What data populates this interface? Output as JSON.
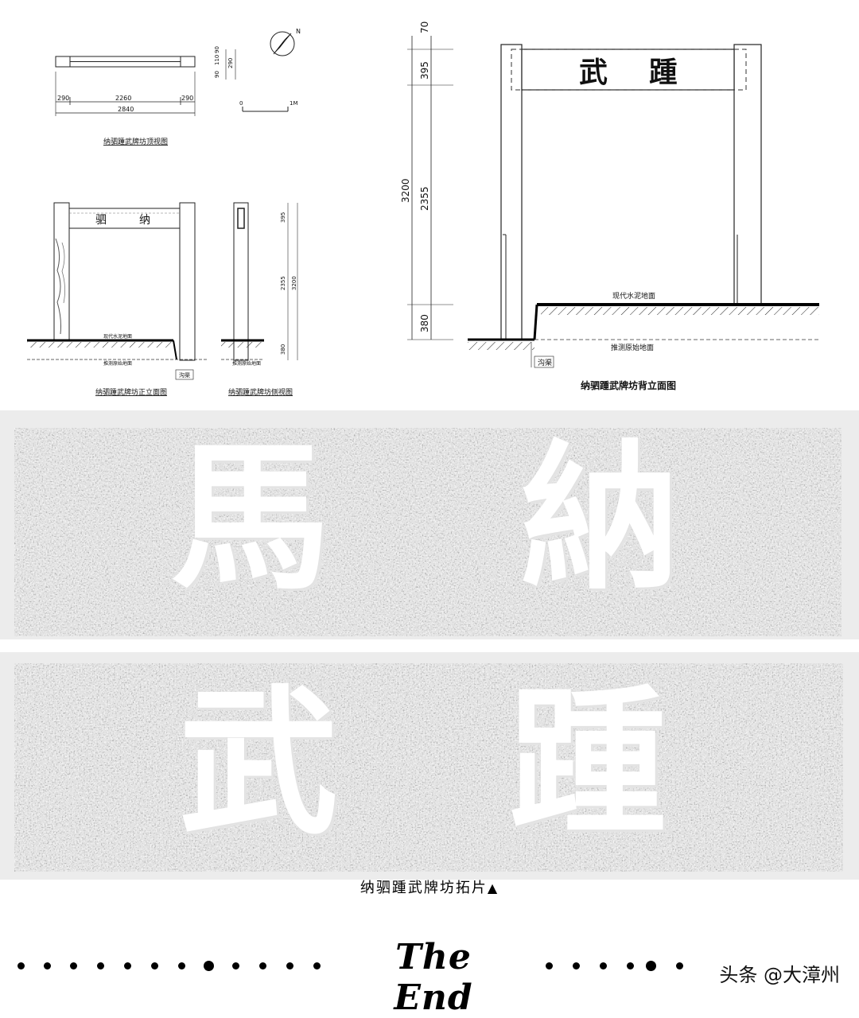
{
  "plan_view": {
    "dims": [
      "290",
      "2260",
      "290",
      "2840"
    ],
    "side_dims": [
      "90",
      "110",
      "90",
      "290"
    ],
    "title": "纳驷踵武牌坊顶视图"
  },
  "scale_bar": {
    "zero": "0",
    "one": "1M"
  },
  "compass": {
    "north": "N"
  },
  "front_elevation": {
    "chars": [
      "驷",
      "纳"
    ],
    "ground_label": "现代水泥地面",
    "original_ground_label": "推测原始地面",
    "ditch_label": "沟渠",
    "title": "纳驷踵武牌坊正立面图"
  },
  "side_elevation": {
    "dims": [
      "395",
      "2355",
      "3200",
      "380"
    ],
    "original_ground_label": "推测原始地面",
    "title": "纳驷踵武牌坊侧视图"
  },
  "back_elevation": {
    "chars": [
      "武",
      "踵"
    ],
    "dims": [
      "70",
      "395",
      "2355",
      "3200",
      "380"
    ],
    "ground_label": "现代水泥地面",
    "original_ground_label": "推测原始地面",
    "ditch_label": "沟渠",
    "title": "纳驷踵武牌坊背立面图"
  },
  "rubbings": [
    {
      "chars": [
        "馬",
        "納"
      ]
    },
    {
      "chars": [
        "武",
        "踵"
      ]
    }
  ],
  "caption": {
    "text": "纳驷踵武牌坊拓片",
    "marker": "▲"
  },
  "footer": {
    "the_end": "The End",
    "watermark": "头条 @大漳州"
  }
}
